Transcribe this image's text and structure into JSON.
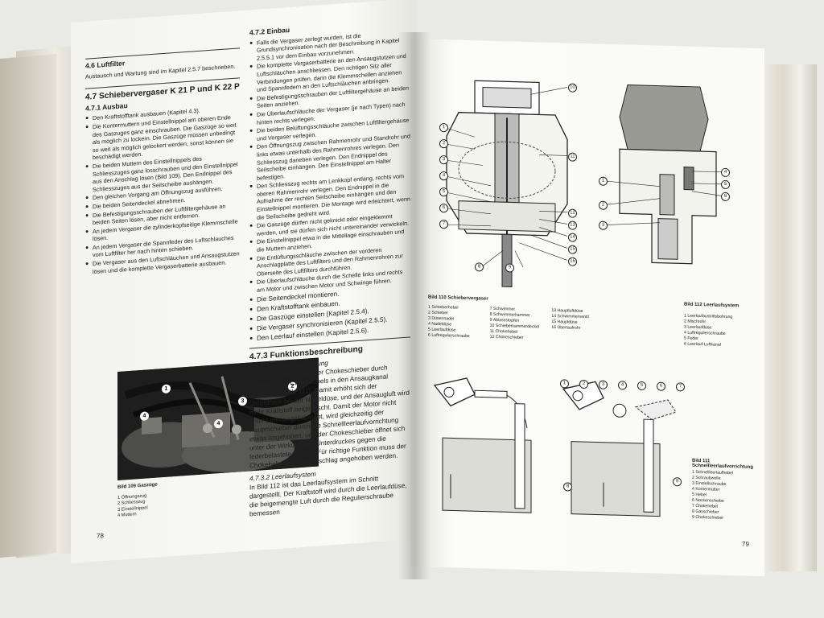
{
  "left_page": {
    "section_46_title": "4.6 Luftfilter",
    "section_46_text": "Austausch und Wartung sind im Kapitel 2.5.7 beschrieben.",
    "section_47_title": "4.7 Schiebervergaser K 21 P und K 22 P",
    "section_471_title": "4.7.1 Ausbau",
    "ausbau_items": [
      "Den Kraftstofftank ausbauen (Kapitel 4.3).",
      "Die Kontermuttern und Einstellnippel am oberen Ende des Gaszuges ganz einschrauben. Die Gaszüge so weit als möglich zu lockern. Die Gaszüge müssen unbedingt so weit als möglich gelockert werden, sonst können sie beschädigt werden.",
      "Die beiden Muttern des Einstellnippels des Schliesszuges ganz losschrauben und den Einstellnippel aus den Anschlag lösen (Bild 109). Den Endnippel des Schliesszuges aus der Seilscheibe aushängen.",
      "Den gleichen Vorgang am Öffnungszug ausführen.",
      "Die beiden Seitendeckel abnehmen.",
      "Die Befestigungsschrauben der Luftfiltergehäuse an beiden Seiten lösen, aber nicht entfernen.",
      "An jedem Vergaser die zylinderkopfseitige Klemmschelle lösen.",
      "An jedem Vergaser die Spannfeder des Luftschlauches vom Luftfilter her nach hinten schieben.",
      "Die Vergaser aus den Luftschläuchen und Ansaugstutzen lösen und die komplette Vergaserbatterie ausbauen."
    ],
    "photo_caption": "Bild 109 Gaszüge",
    "photo_legend": [
      "1 Öffnungszug",
      "2 Schliesszug",
      "3 Einstellnippel",
      "4 Muttern"
    ],
    "photo_markers": [
      "1",
      "2",
      "3",
      "4",
      "4"
    ],
    "section_472_title": "4.7.2 Einbau",
    "einbau_items": [
      "Falls die Vergaser zerlegt wurden, ist die Grundsynchronisation nach der Beschreibung in Kapitel 2.5.5.1 vor dem Einbau vorzunehmen.",
      "Die komplette Vergaserbatterie an den Ansaugstutzen und Luftschläuchen anschliessen. Den richtigen Sitz aller Verbindungen prüfen, dann die Klemmschellen anziehen und Spannfedern an den Luftschläuchen anbringen.",
      "Die Befestigungsschrauben der Luftfiltergehäuse an beiden Seiten anziehen.",
      "Die Überlaufschläuche der Vergaser (je nach Typen) nach hinten rechts verlegen.",
      "Die beiden Belüftungsschläuche zwischen Luftfiltergehäuse und Vergaser verlegen.",
      "Den Öffnungszug zwischen Rahmenrohr und Standrohr und links etwas unterhalb des Rahmenrohres verlegen. Den Schliesszug daneben verlegen. Den Endnippel des Seilscheibe einhängen. Den Einstellnippel am Halter befestigen.",
      "Den Schliesszug rechts am Lenkkopf entlang, rechts vom oberen Rahmenrohr verlegen. Den Endnippel in die Aufnahme der rechten Seilscheibe einhängen und den Einstellnippel montieren. Die Montage wird erleichtert, wenn die Seilscheibe gedreht wird.",
      "Die Gaszüge dürfen nicht geknickt oder eingeklemmt werden, und sie dürfen sich nicht untereinander verwickeln.",
      "Die Einstellnippel etwa in die Mittellage einschrauben und die Muttern anziehen.",
      "Die Entlüftungsschläuche zwischen der vorderen Anschlagplatte des Luftfilters und den Rahmenrohren zur Oberseite des Luftfilters durchführen.",
      "Die Überlaufschläuche durch die Schelle links und rechts am Motor und zwischen Motor und Schwinge führen.",
      "Die Seitendeckel montieren.",
      "Den Kraftstofftank einbauen.",
      "Die Gaszüge einstellen (Kapitel 2.5.4).",
      "Die Vergaser synchronisieren (Kapitel 2.5.5).",
      "Den Leerlauf einstellen (Kapitel 2.5.6)."
    ],
    "section_473_title": "4.7.3 Funktionsbeschreibung",
    "section_4731_title": "4.7.3.1 Kaltstartvorrichtung",
    "kaltstart_text": "Für den Kaltstart wird der Chokeschieber durch Anheben des Chokehebels in den Ansaugkanal geschoben (Bild 111). Damit erhöht sich der Unterdruck bei der Nadeldüse, und der Ansaugluft wird mehr Kraftstoff beigemischt. Damit der Motor nicht unter Luftmangel abstirbt, wird gleichzeitig der Hauptschieber durch die Schnellleerlaufvorrichtung etwas angehoben, und der Chokeschieber öffnet sich unter der Wirkung des Unterdruckes gegen die federbelastete Klappe. Für richtige Funktion muss der Chokehebel bis zum Anschlag angehoben werden.",
    "section_4732_title": "4.7.3.2 Leerlaufsystem",
    "leerlauf_text": "In Bild 112 ist das Leerlaufsystem im Schnitt dargestellt. Der Kraftstoff wird durch die Leerlaufdüse, die beigemengte Luft durch die Regulierschraube bemessen",
    "page_number": "78"
  },
  "right_page": {
    "fig110_caption": "Bild 110 Schiebervergaser",
    "fig110_legend": [
      "1 Schieberhebel",
      "2 Schieber",
      "3 Düsennadel",
      "4 Nadeldüse",
      "5 Leerlaufdüse",
      "6 Luftregulierschraube",
      "7 Schwimmer",
      "8 Schwimmerkammer",
      "9 Ablassstopfen",
      "10 Schieberkammerdeckel",
      "11 Chokehebel",
      "12 Chokeschieber",
      "13 Hauptluftdüse",
      "14 Schwimmerventil",
      "15 Hauptdüse",
      "16 Überlaufrohr"
    ],
    "fig110_callouts": [
      "1",
      "2",
      "3",
      "4",
      "5",
      "6",
      "7",
      "8",
      "9",
      "10",
      "11",
      "12",
      "13",
      "14",
      "15",
      "16"
    ],
    "fig112_caption": "Bild 112 Leerlaufsystem",
    "fig112_legend": [
      "1 Leerlaufaustrittsbohrung",
      "2 Mischrohr",
      "3 Leerlaufdüse",
      "4 Luftregulierschraube",
      "5 Feder",
      "6 Leerlauf-Luftkanal"
    ],
    "fig112_callouts": [
      "1",
      "2",
      "3",
      "4",
      "5",
      "6"
    ],
    "fig111_caption": "Bild 111 Schnellleerlaufvorrichtung",
    "fig111_legend": [
      "1 Schnellleerlaufhebel",
      "2 Schraubwelle",
      "3 Einstellschraube",
      "4 Kontermutter",
      "5 Hebel",
      "6 Nockenscheibe",
      "7 Chokehebel",
      "8 Gasschieber",
      "9 Chokeschieber"
    ],
    "fig111_callouts": [
      "1",
      "2",
      "3",
      "4",
      "5",
      "6",
      "7",
      "8",
      "9"
    ],
    "page_number": "79"
  }
}
